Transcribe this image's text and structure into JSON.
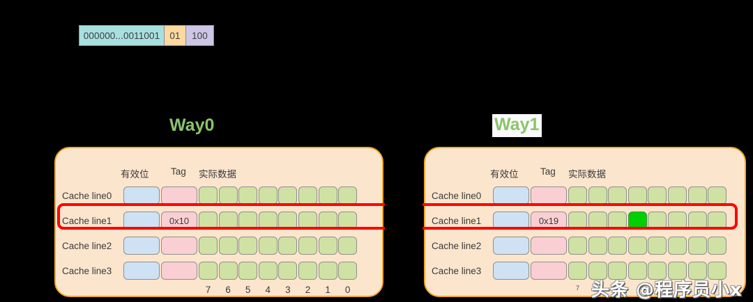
{
  "address_bar": {
    "segments": [
      {
        "name": "tag",
        "text": "000000...0011001",
        "color": "#a8e0e0"
      },
      {
        "name": "index",
        "text": "01",
        "color": "#fcd9a0"
      },
      {
        "name": "offset",
        "text": "100",
        "color": "#cdc6e6"
      }
    ]
  },
  "ways": [
    {
      "title": "Way0",
      "headers": {
        "valid": "有效位",
        "tag": "Tag",
        "data": "实际数据"
      },
      "rows": [
        {
          "label": "Cache line0",
          "tag": "",
          "hit_index": -1
        },
        {
          "label": "Cache line1",
          "tag": "0x10",
          "hit_index": -1
        },
        {
          "label": "Cache line2",
          "tag": "",
          "hit_index": -1
        },
        {
          "label": "Cache line3",
          "tag": "",
          "hit_index": -1
        }
      ],
      "index_labels": [
        "7",
        "6",
        "5",
        "4",
        "3",
        "2",
        "1",
        "0"
      ]
    },
    {
      "title": "Way1",
      "headers": {
        "valid": "有效位",
        "tag": "Tag",
        "data": "实际数据"
      },
      "rows": [
        {
          "label": "Cache line0",
          "tag": "",
          "hit_index": -1
        },
        {
          "label": "Cache line1",
          "tag": "0x19",
          "hit_index": 3
        },
        {
          "label": "Cache line2",
          "tag": "",
          "hit_index": -1
        },
        {
          "label": "Cache line3",
          "tag": "",
          "hit_index": -1
        }
      ],
      "index_labels": [
        "7",
        "",
        "",
        "",
        "",
        "",
        "",
        ""
      ]
    }
  ],
  "highlight": {
    "color": "#ff0000",
    "row_label": "Cache line1"
  },
  "watermark": {
    "text": "头条 @程序员小x"
  },
  "colors": {
    "background": "#000000",
    "panel_fill": "#fce5cd",
    "panel_border": "#f0a825",
    "way_title": "#8bc46a",
    "valid_cell": "#cfe2f3",
    "tag_cell": "#f9cfd3",
    "data_cell": "#cfe2a3",
    "hit_cell": "#00d000",
    "highlight": "#ff0000"
  }
}
